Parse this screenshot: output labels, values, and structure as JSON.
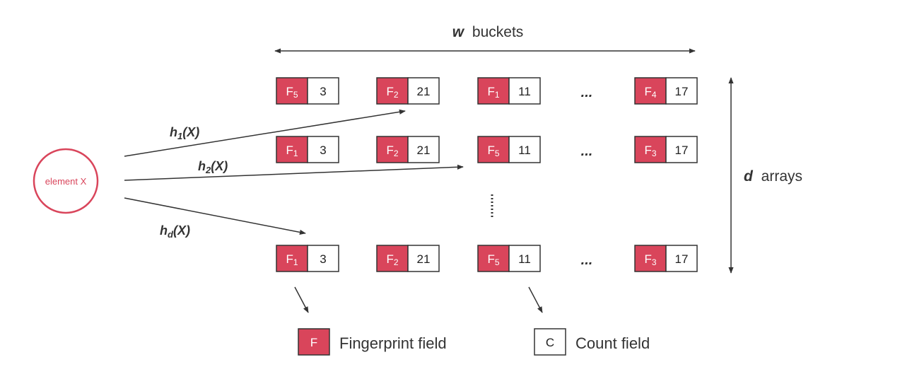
{
  "colors": {
    "fingerprint": "#d9455b",
    "count": "#ffffff",
    "line": "#333333",
    "element": "#d9455b"
  },
  "element": {
    "label": "element X"
  },
  "width_label": {
    "var": "w",
    "text": "buckets"
  },
  "depth_label": {
    "var": "d",
    "text": "arrays"
  },
  "hashes": [
    {
      "fn": "h",
      "sub": "1",
      "arg": "(X)"
    },
    {
      "fn": "h",
      "sub": "2",
      "arg": "(X)"
    },
    {
      "fn": "h",
      "sub": "d",
      "arg": "(X)"
    }
  ],
  "rows": [
    {
      "cells": [
        {
          "f": "5",
          "c": "3"
        },
        {
          "f": "2",
          "c": "21"
        },
        {
          "f": "1",
          "c": "11"
        },
        {
          "f": "4",
          "c": "17"
        }
      ]
    },
    {
      "cells": [
        {
          "f": "1",
          "c": "3"
        },
        {
          "f": "2",
          "c": "21"
        },
        {
          "f": "5",
          "c": "11"
        },
        {
          "f": "3",
          "c": "17"
        }
      ]
    },
    {
      "cells": [
        {
          "f": "1",
          "c": "3"
        },
        {
          "f": "2",
          "c": "21"
        },
        {
          "f": "5",
          "c": "11"
        },
        {
          "f": "3",
          "c": "17"
        }
      ]
    }
  ],
  "fingerprint_prefix": "F",
  "row_ellipsis": "...",
  "legend": {
    "fingerprint": {
      "symbol": "F",
      "label": "Fingerprint field"
    },
    "count": {
      "symbol": "C",
      "label": "Count field"
    }
  }
}
